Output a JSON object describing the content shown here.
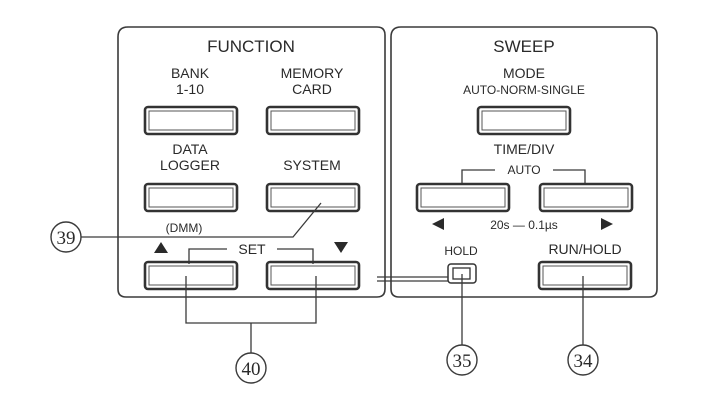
{
  "function_panel": {
    "title": "FUNCTION",
    "buttons": [
      {
        "label_line1": "BANK",
        "label_line2": "1-10"
      },
      {
        "label_line1": "MEMORY",
        "label_line2": "CARD"
      },
      {
        "label_line1": "DATA",
        "label_line2": "LOGGER",
        "sub_label": "(DMM)"
      },
      {
        "label_line1": "SYSTEM"
      }
    ],
    "set_group": {
      "label": "SET",
      "up_symbol": "▲",
      "down_symbol": "▼"
    }
  },
  "sweep_panel": {
    "title": "SWEEP",
    "mode": {
      "label_line1": "MODE",
      "label_line2": "AUTO-NORM-SINGLE"
    },
    "time_div": {
      "label": "TIME/DIV",
      "group_label": "AUTO",
      "range_left_symbol": "◀",
      "range_text": "20s  —  0.1µs",
      "range_right_symbol": "▶"
    },
    "hold_indicator": {
      "label": "HOLD"
    },
    "run_hold": {
      "label": "RUN/HOLD"
    }
  },
  "callouts": [
    {
      "number": "39",
      "target": "SYSTEM button"
    },
    {
      "number": "40",
      "target": "SET ▲ / ▼ buttons"
    },
    {
      "number": "35",
      "target": "HOLD indicator"
    },
    {
      "number": "34",
      "target": "RUN/HOLD button"
    }
  ]
}
